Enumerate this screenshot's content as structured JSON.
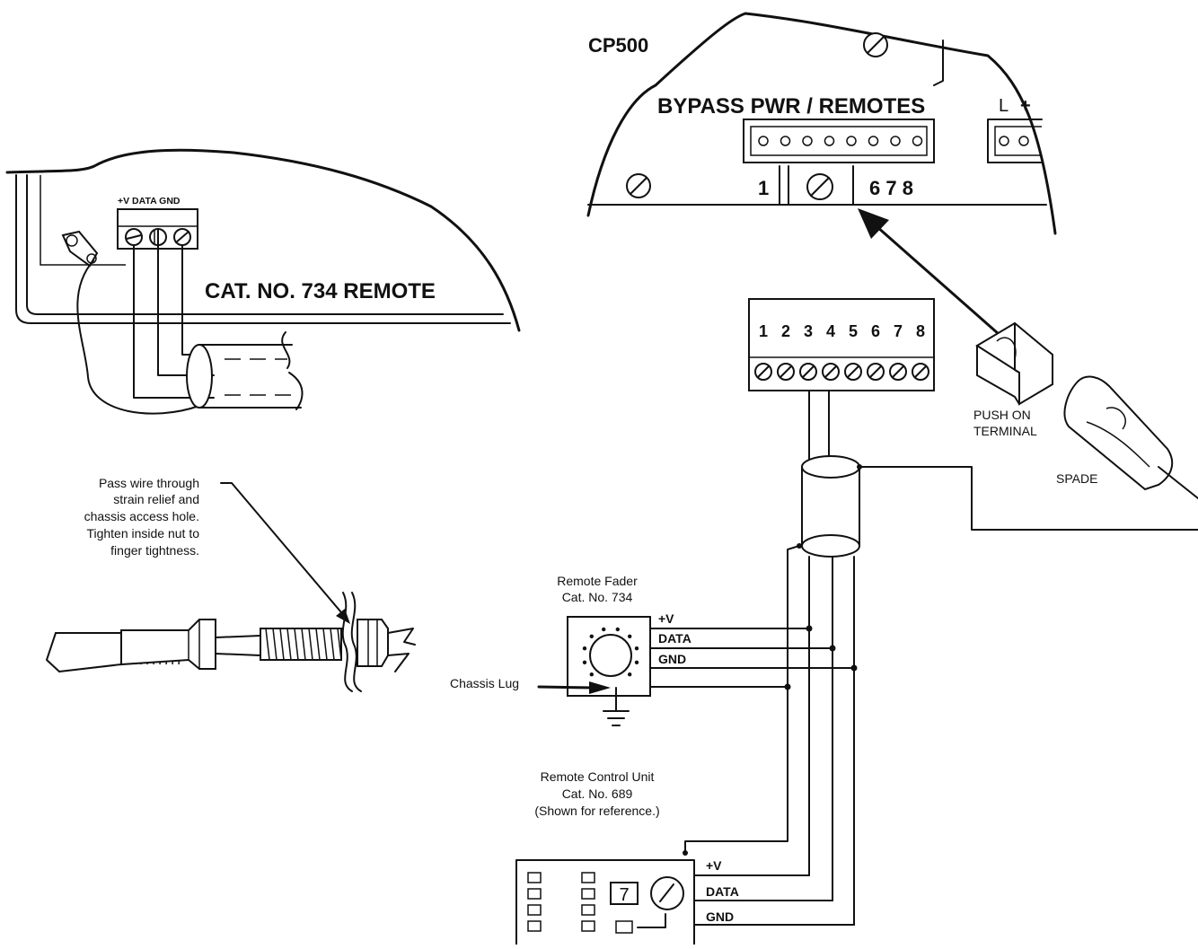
{
  "cp500": {
    "title": "CP500",
    "connector_label": "BYPASS PWR / REMOTES",
    "side_label": "L",
    "pin_first": "1",
    "pin_last": "6 7 8"
  },
  "remote_panel": {
    "title": "CAT. NO. 734 REMOTE",
    "terminal_label": "+V DATA GND"
  },
  "terminal_block": {
    "pins": [
      "1",
      "2",
      "3",
      "4",
      "5",
      "6",
      "7",
      "8"
    ]
  },
  "terminals": {
    "push_on": "PUSH ON\nTERMINAL",
    "push_on_line1": "PUSH ON",
    "push_on_line2": "TERMINAL",
    "spade": "SPADE"
  },
  "strain_relief_note": {
    "lines": [
      "Pass wire through",
      "strain relief and",
      "chassis access hole.",
      "Tighten inside nut to",
      "finger tightness."
    ]
  },
  "remote_fader": {
    "title": "Remote Fader",
    "catalog": "Cat. No. 734",
    "wire_v": "+V",
    "wire_data": "DATA",
    "wire_gnd": "GND",
    "chassis_lug": "Chassis Lug"
  },
  "remote_control_unit": {
    "title": "Remote Control Unit",
    "catalog": "Cat. No. 689",
    "note": "(Shown for reference.)",
    "display_digit": "7",
    "wire_v": "+V",
    "wire_data": "DATA",
    "wire_gnd": "GND"
  },
  "icons": [
    "screw-icon",
    "arrow-icon",
    "ground-symbol-icon",
    "knob-icon",
    "push-on-terminal-icon",
    "spade-terminal-icon",
    "strain-relief-fitting-icon"
  ]
}
